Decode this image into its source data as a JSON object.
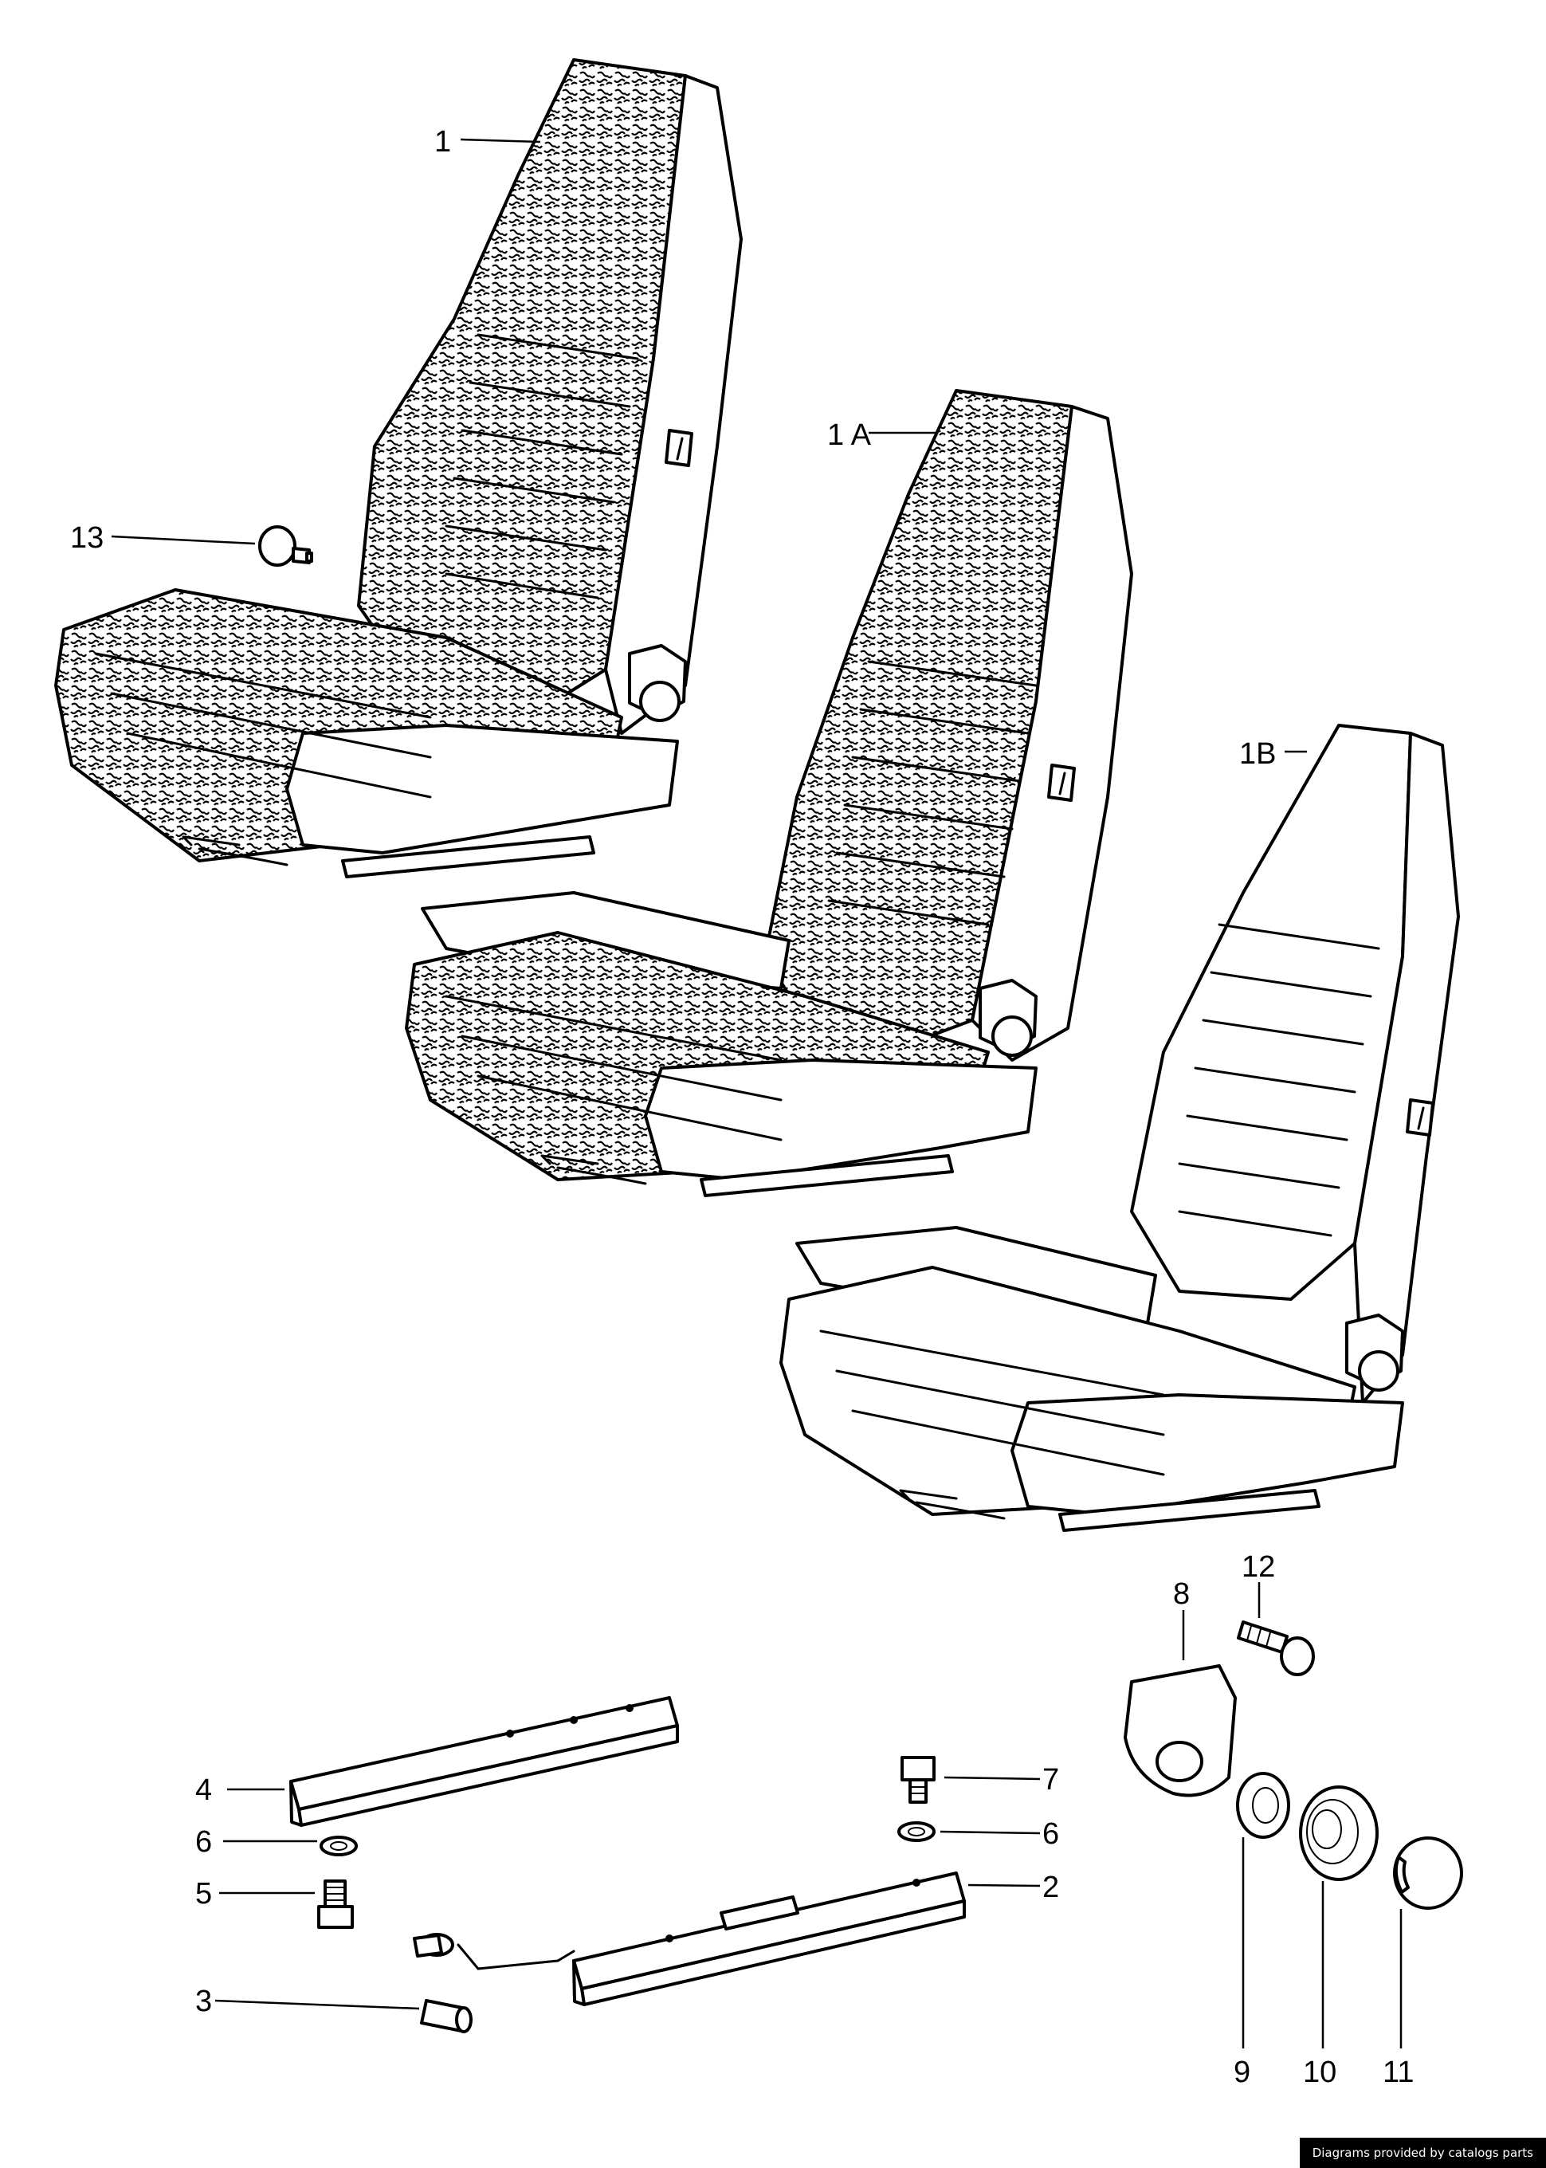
{
  "callouts": {
    "seat_1": "1",
    "seat_1a": "1 A",
    "seat_1b": "1B",
    "p2": "2",
    "p3": "3",
    "p4": "4",
    "p5": "5",
    "p6_left": "6",
    "p6_right": "6",
    "p7": "7",
    "p8": "8",
    "p9": "9",
    "p10": "10",
    "p11": "11",
    "p12": "12",
    "p13": "13"
  },
  "credit": "Diagrams provided by catalogs parts"
}
